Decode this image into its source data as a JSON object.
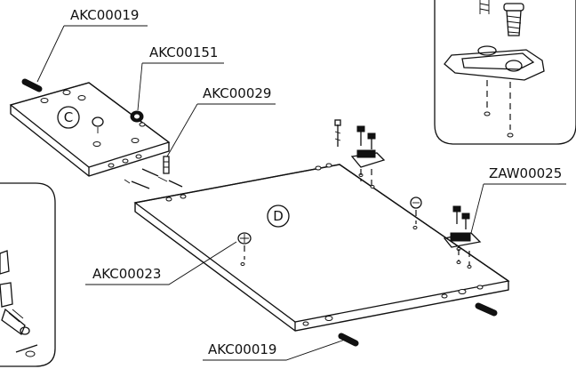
{
  "labels": {
    "akc00019_top": "AKC00019",
    "akc00151": "AKC00151",
    "akc00029": "AKC00029",
    "zaw00025": "ZAW00025",
    "akc00023": "AKC00023",
    "akc00019_bottom": "AKC00019"
  },
  "panels": {
    "c": "C",
    "d": "D"
  }
}
